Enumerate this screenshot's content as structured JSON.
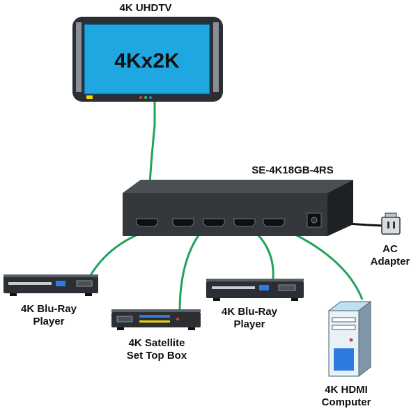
{
  "tv": {
    "label": "4K UHDTV",
    "screen_text": "4Kx2K"
  },
  "switch": {
    "label": "SE-4K18GB-4RS"
  },
  "ac": {
    "line1": "AC",
    "line2": "Adapter"
  },
  "bluray1": {
    "line1": "4K Blu-Ray",
    "line2": "Player"
  },
  "satellite": {
    "line1": "4K Satellite",
    "line2": "Set Top Box"
  },
  "bluray2": {
    "line1": "4K Blu-Ray",
    "line2": "Player"
  },
  "computer": {
    "line1": "4K HDMI",
    "line2": "Computer"
  },
  "colors": {
    "cable": "#1fa35c",
    "screen": "#1ea7e0",
    "device": "#2b2f33",
    "switch": "#34383c"
  }
}
